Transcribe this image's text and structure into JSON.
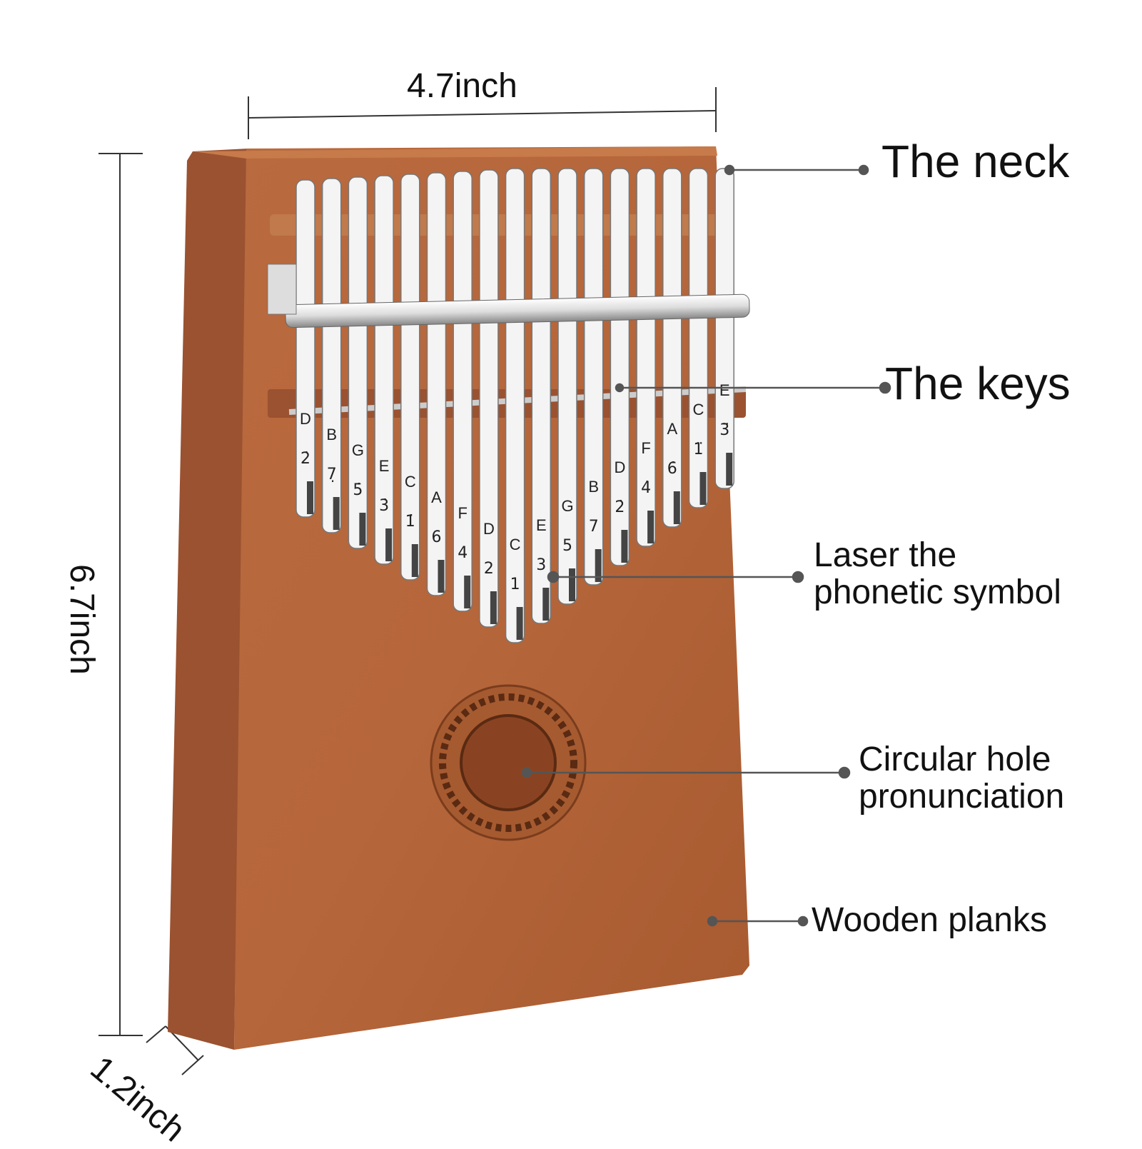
{
  "dimensions": {
    "width": "4.7inch",
    "height": "6.7inch",
    "depth": "1.2inch"
  },
  "callouts": {
    "neck": "The neck",
    "keys": "The keys",
    "symbol_line1": "Laser the",
    "symbol_line2": "phonetic symbol",
    "hole_line1": "Circular hole",
    "hole_line2": "pronunciation",
    "planks": "Wooden planks"
  },
  "keys": [
    {
      "note": "D",
      "num": "2̇"
    },
    {
      "note": "B",
      "num": "7̣"
    },
    {
      "note": "G",
      "num": "5̇"
    },
    {
      "note": "E",
      "num": "3̇"
    },
    {
      "note": "C",
      "num": "1̇"
    },
    {
      "note": "A",
      "num": "6"
    },
    {
      "note": "F",
      "num": "4"
    },
    {
      "note": "D",
      "num": "2"
    },
    {
      "note": "C",
      "num": "1"
    },
    {
      "note": "E",
      "num": "3"
    },
    {
      "note": "G",
      "num": "5"
    },
    {
      "note": "B",
      "num": "7"
    },
    {
      "note": "D",
      "num": "2̇"
    },
    {
      "note": "F",
      "num": "4̇"
    },
    {
      "note": "A",
      "num": "6̇"
    },
    {
      "note": "C",
      "num": "1̈"
    },
    {
      "note": "E",
      "num": "3̈"
    }
  ],
  "colors": {
    "wood": "#b8683c",
    "wood_dark": "#8e4a26",
    "metal": "#f2f2f2",
    "line": "#555555"
  }
}
